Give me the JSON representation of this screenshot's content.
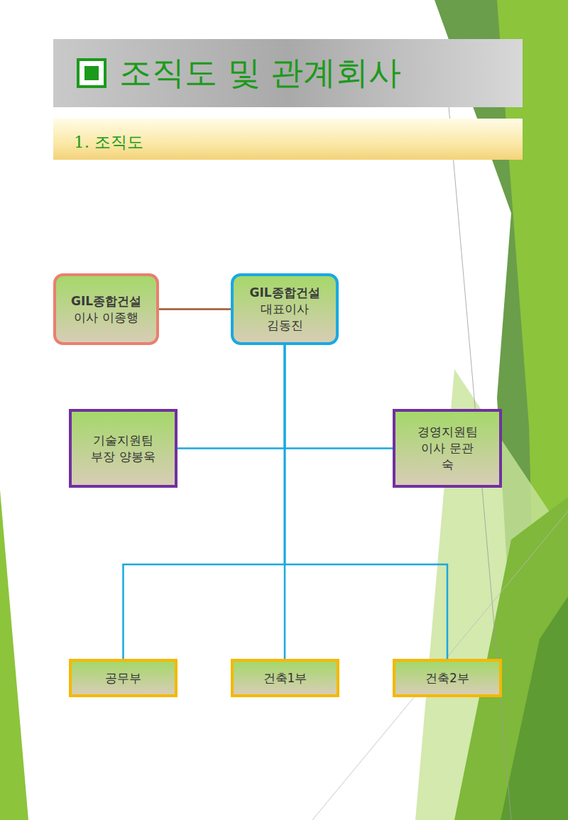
{
  "diagram": {
    "title": "조직도 및 관계회사",
    "nodes": [
      {
        "text": [
          "GIL종합건설",
          "이사 이종행"
        ]
      },
      {
        "text": [
          "GIL종합건설",
          "대표이사 김동진"
        ]
      },
      {
        "text": [
          "기술지원팀 부장 양봉욱"
        ]
      },
      {
        "text": [
          "경영지원팀 이사 문관숙"
        ]
      },
      {
        "text": [
          "공무부"
        ]
      },
      {
        "text": [
          "건축1부"
        ]
      },
      {
        "text": [
          "건축2부"
        ]
      }
    ],
    "edges": [
      {
        "from": 0,
        "to": 1,
        "arrow": "none"
      },
      {
        "from": 1,
        "to": 2,
        "arrow": "none"
      },
      {
        "from": 1,
        "to": 3,
        "arrow": "none"
      },
      {
        "from": 1,
        "to": 4,
        "arrow": "none"
      },
      {
        "from": 1,
        "to": 5,
        "arrow": "none"
      },
      {
        "from": 1,
        "to": 6,
        "arrow": "none"
      }
    ],
    "labels": [
      "1. 조직도"
    ]
  }
}
